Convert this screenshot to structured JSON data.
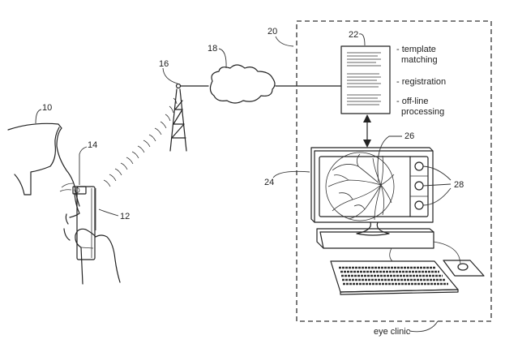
{
  "figure": {
    "type": "patent-style system diagram",
    "labels": {
      "patient": "10",
      "handheld_device": "12",
      "camera_attachment": "14",
      "cell_tower": "16",
      "network_cloud": "18",
      "eye_clinic_boundary": "20",
      "server_document": "22",
      "computer": "24",
      "fundus_image": "26",
      "controls": "28"
    },
    "server_functions": [
      {
        "line1": "- template",
        "line2": "matching"
      },
      {
        "line1": "- registration",
        "line2": ""
      },
      {
        "line1": "- off-line",
        "line2": "processing"
      }
    ],
    "boundary_caption": "eye clinic"
  }
}
